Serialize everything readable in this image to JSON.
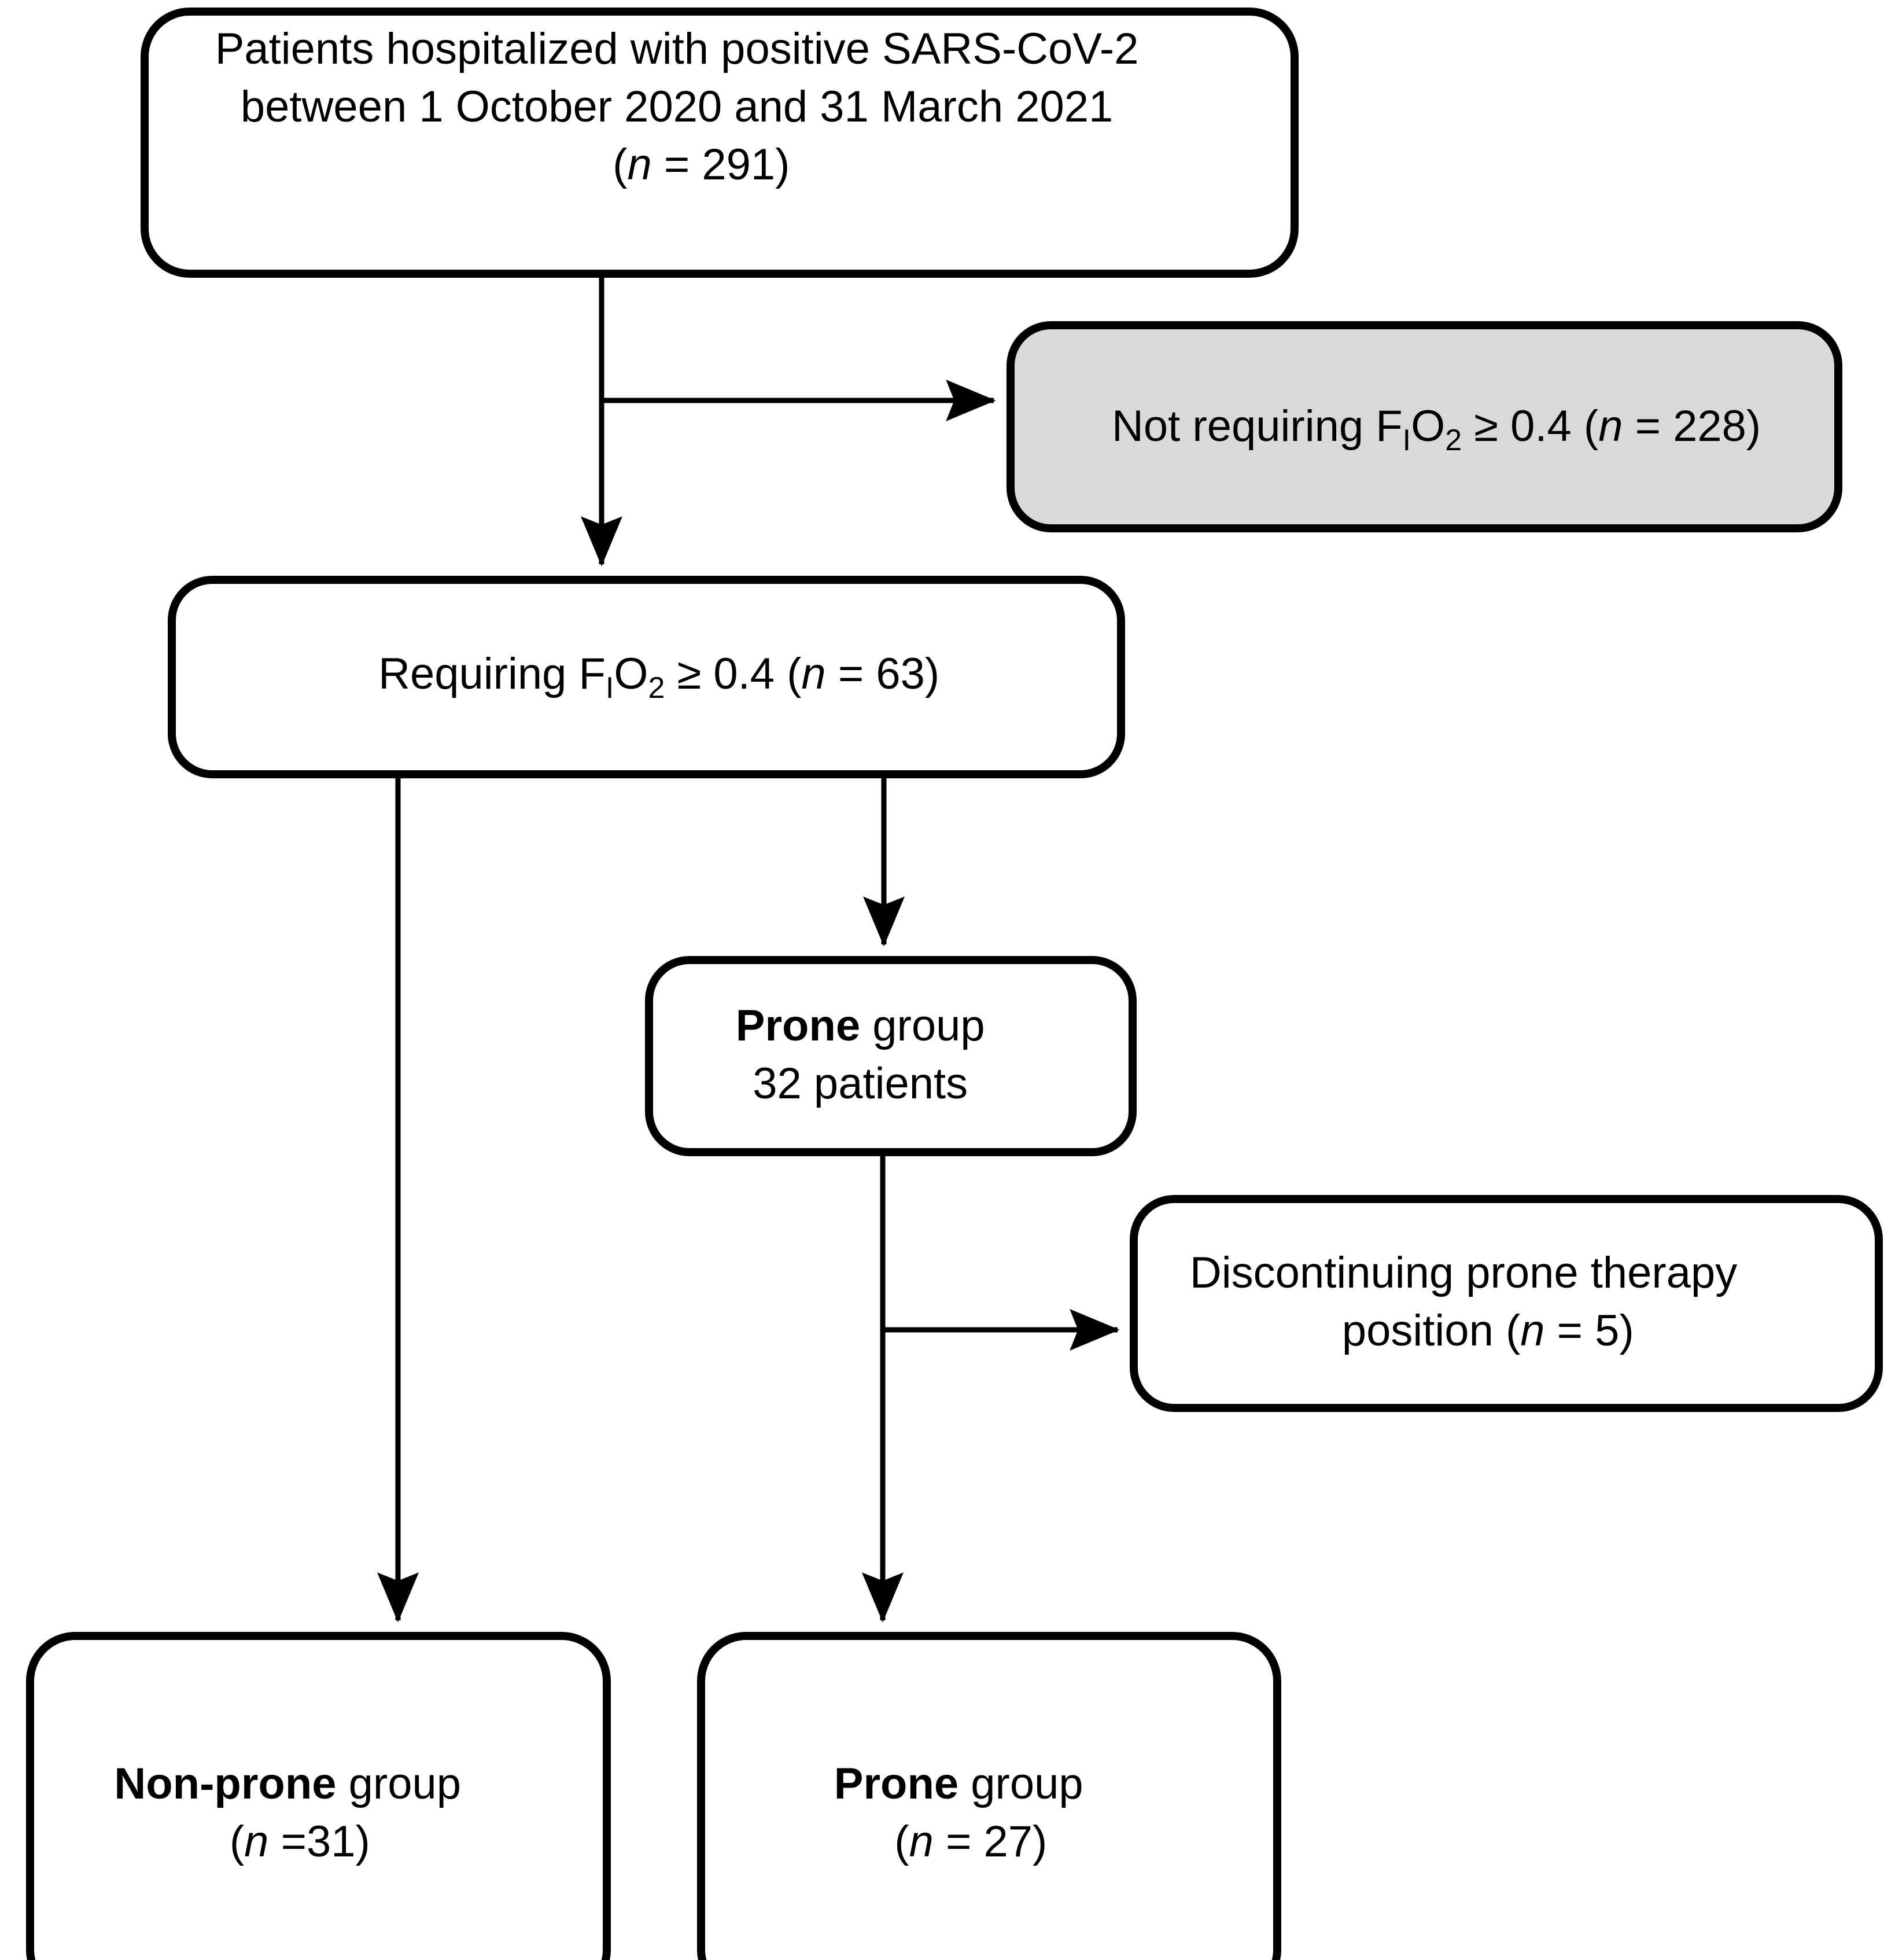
{
  "diagram": {
    "type": "patient-flow-chart",
    "title": "Patient enrollment flow diagram",
    "colors": {
      "background": "#ffffff",
      "stroke": "#000000",
      "box_fill": "#ffffff",
      "excluded_box_fill": "#d9d9d9"
    },
    "nodes": {
      "enrolled": {
        "id": "enrolled",
        "kind": "box",
        "fill": "#ffffff",
        "lines": [
          "Patients hospitalized with positive SARS-CoV-2",
          "between 1 October 2020 and 31 March 2021",
          "(n = 291)"
        ],
        "line1": "Patients hospitalized with positive SARS-CoV-2",
        "line2": "between 1 October 2020 and 31 March 2021",
        "count_prefix": "(",
        "count_n": "n",
        "count_value": " = 291)",
        "n_value": 291
      },
      "not_requiring": {
        "id": "not-requiring-fio2",
        "kind": "box-excluded",
        "fill": "#d9d9d9",
        "text_before": "Not requiring F",
        "sub_1": "I",
        "text_o": "O",
        "sub_2": "2",
        "text_after": " ≥ 0.4 (",
        "count_n": "n",
        "count_value": " = 228)",
        "n_value": 228,
        "full_text": "Not requiring FIO2 ≥ 0.4 (n = 228)"
      },
      "requiring": {
        "id": "requiring-fio2",
        "kind": "box",
        "fill": "#ffffff",
        "text_before": "Requiring F",
        "sub_1": "I",
        "text_o": "O",
        "sub_2": "2",
        "text_after": " ≥ 0.4 (",
        "count_n": "n",
        "count_value": " = 63)",
        "n_value": 63,
        "full_text": "Requiring FIO2 ≥ 0.4 (n = 63)"
      },
      "prone_initial": {
        "id": "prone-group-initial",
        "kind": "box",
        "fill": "#ffffff",
        "label_bold": "Prone",
        "label_rest": " group",
        "line2": "32 patients",
        "n_value": 32
      },
      "discontinued": {
        "id": "discontinuing-prone-therapy",
        "kind": "box",
        "fill": "#ffffff",
        "line1": "Discontinuing prone therapy",
        "line2_before": "position (",
        "count_n": "n",
        "count_value": " = 5)",
        "n_value": 5
      },
      "non_prone_final": {
        "id": "non-prone-group-final",
        "kind": "box",
        "fill": "#ffffff",
        "label_bold": "Non-prone",
        "label_rest": " group",
        "line2_before": "(",
        "count_n": "n",
        "count_value": " =31)",
        "n_value": 31
      },
      "prone_final": {
        "id": "prone-group-final",
        "kind": "box",
        "fill": "#ffffff",
        "label_bold": "Prone",
        "label_rest": " group",
        "line2_before": "(",
        "count_n": "n",
        "count_value": " = 27)",
        "n_value": 27
      }
    },
    "edges": [
      {
        "id": "enrolled-to-requiring",
        "from": "enrolled",
        "to": "requiring",
        "style": "arrow-down"
      },
      {
        "id": "enrolled-to-not-requiring",
        "from": "enrolled",
        "to": "not_requiring",
        "style": "arrow-right"
      },
      {
        "id": "requiring-to-non-prone",
        "from": "requiring",
        "to": "non_prone_final",
        "style": "arrow-down"
      },
      {
        "id": "requiring-to-prone-initial",
        "from": "requiring",
        "to": "prone_initial",
        "style": "arrow-down"
      },
      {
        "id": "prone-initial-to-discontinued",
        "from": "prone_initial",
        "to": "discontinued",
        "style": "arrow-right"
      },
      {
        "id": "prone-initial-to-prone-final",
        "from": "prone_initial",
        "to": "prone_final",
        "style": "arrow-down"
      }
    ]
  }
}
